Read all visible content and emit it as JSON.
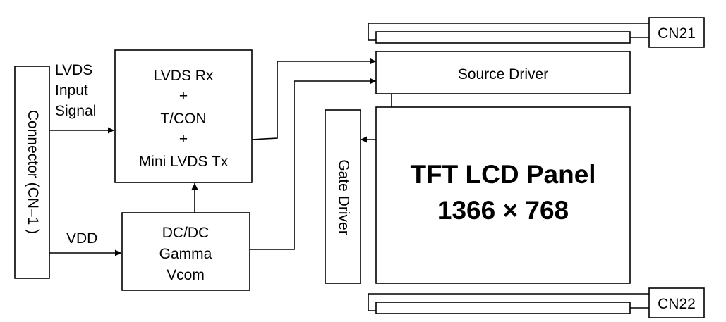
{
  "connector": {
    "label": "Connector (CN–1 )"
  },
  "signals": {
    "lvds_input": [
      "LVDS",
      "Input",
      "Signal"
    ],
    "vdd": "VDD"
  },
  "blocks": {
    "lvds_rx_tcon": [
      "LVDS Rx",
      "+",
      "T/CON",
      "+",
      "Mini LVDS Tx"
    ],
    "dcdc": [
      "DC/DC",
      "Gamma",
      "Vcom"
    ],
    "source_driver": "Source Driver",
    "gate_driver": "Gate Driver",
    "panel": {
      "title": "TFT LCD Panel",
      "resolution": "1366 × 768"
    }
  },
  "cn21": {
    "label": "CN21"
  },
  "cn22": {
    "label": "CN22"
  }
}
